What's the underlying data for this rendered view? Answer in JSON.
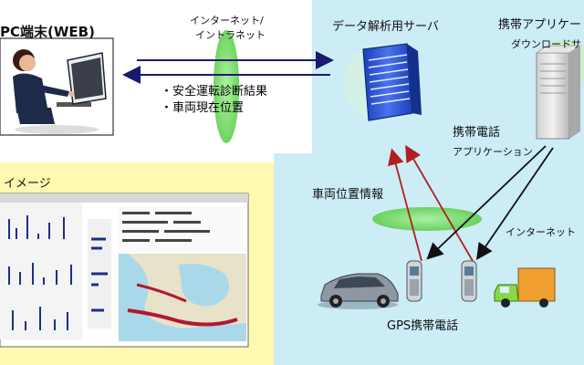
{
  "labels": {
    "pc_terminal": "PC端末(WEB)",
    "network_top": "インターネット/",
    "network_bottom": "イントラネット",
    "server": "データ解析用サーバ",
    "app_server_line1": "携帯アプリケー",
    "app_server_line2": "ダウンロードサ",
    "image_caption": "イメージ",
    "phone_app_line1": "携帯電話",
    "phone_app_line2": "アプリケーション",
    "vehicle_position": "車両位置情報",
    "internet": "インターネット",
    "gps_phone": "GPS携帯電話"
  },
  "results": [
    "・安全運転診断結果",
    "・車両現在位置"
  ],
  "colors": {
    "panel_blue": "#ccecf6",
    "panel_yellow": "#fff9b0",
    "ellipse_green": "#90e080",
    "arrow_blue": "#1a1a6e",
    "arrow_red": "#b02020",
    "arrow_black": "#111111",
    "server_blue": "#2a4fd6"
  }
}
